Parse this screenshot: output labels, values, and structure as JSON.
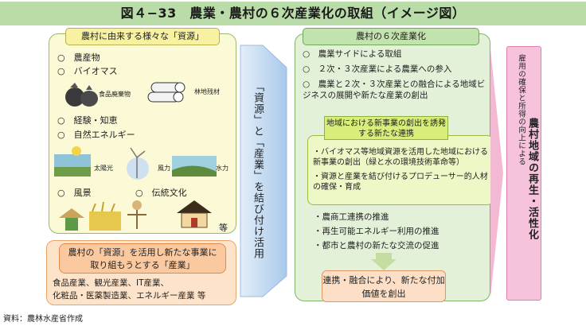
{
  "title": "図４−33　農業・農村の６次産業化の取組（イメージ図）",
  "resources": {
    "title": "農村に由来する様々な「資源」",
    "items": [
      "○　農産物",
      "○　バイオマス",
      "○　経験・知恵",
      "○　自然エネルギー",
      "○　風景",
      "○　伝統文化"
    ],
    "labels": [
      "食品廃棄物",
      "林地残材",
      "太陽光",
      "風力",
      "水力"
    ],
    "etc": "等"
  },
  "industry": {
    "box": "農村の「資源」を活用し新たな事業に取り組もうとする「産業」",
    "list_line1": "食品産業、観光産業、IT産業、",
    "list_line2": "化粧品・医薬製造業、エネルギー産業 等"
  },
  "connector": "「資源」と「産業」を結び付け活用",
  "sixth": {
    "title": "農村の６次産業化",
    "items": [
      "○　農業サイドによる取組",
      "○　２次・３次産業による農業への参入",
      "○　農業と２次・３次産業との融合による地域ビジネスの展開や新たな産業の創出"
    ],
    "sub_title": "地域における新事業の創出を誘発する新たな連携",
    "sub_items": [
      "・バイオマス等地域資源を活用した地域における新事業の創出（緑と水の環境技術革命等）",
      "・資源と産業を結び付けるプロデューサー的人材の確保・育成"
    ],
    "bullets": [
      "・農商工連携の推進",
      "・再生可能エネルギー利用の推進",
      "・都市と農村の新たな交流の促進"
    ],
    "result": "連携・融合により、新たな付加価値を創出"
  },
  "outcome": {
    "sub": "雇用の確保と所得の向上による",
    "main": "農村地域の再生・活性化"
  },
  "source": "資料：農林水産省作成"
}
